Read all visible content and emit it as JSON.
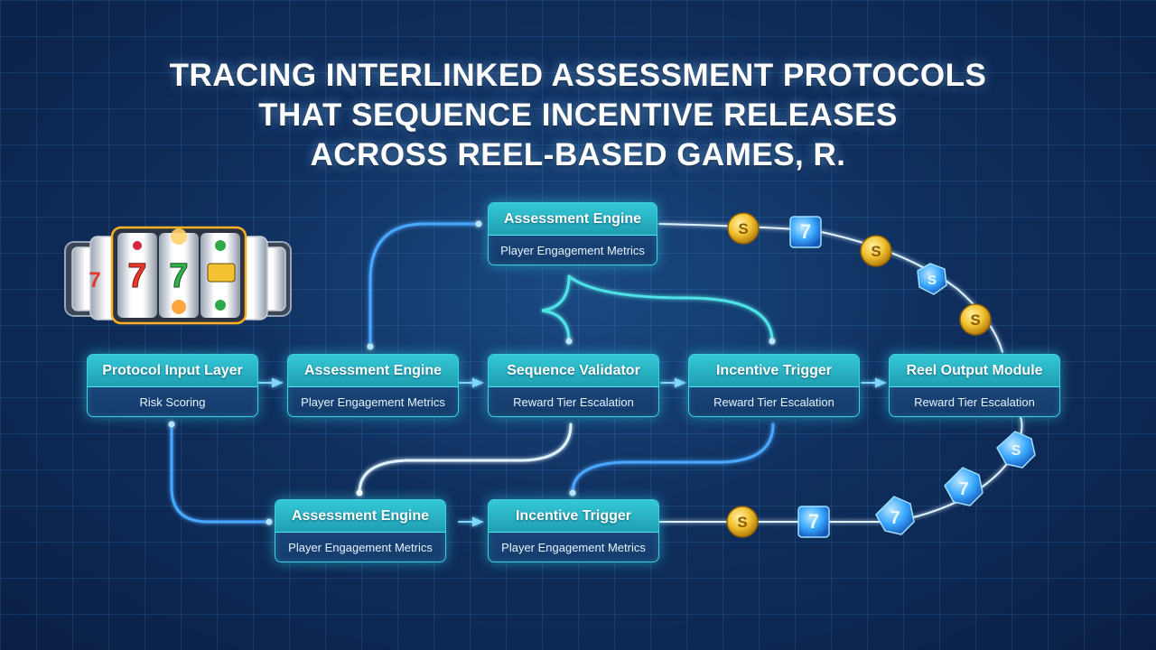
{
  "title": {
    "line1": "TRACING INTERLINKED ASSESSMENT PROTOCOLS",
    "line2": "THAT SEQUENCE INCENTIVE RELEASES",
    "line3": "ACROSS REEL-BASED GAMES, R."
  },
  "nodes": [
    {
      "id": "top",
      "title": "Assessment Engine",
      "subtitle": "Player Engagement Metrics"
    },
    {
      "id": "n1",
      "title": "Protocol Input Layer",
      "subtitle": "Risk Scoring"
    },
    {
      "id": "n2",
      "title": "Assessment Engine",
      "subtitle": "Player Engagement Metrics"
    },
    {
      "id": "n3",
      "title": "Sequence Validator",
      "subtitle": "Reward Tier Escalation"
    },
    {
      "id": "n4",
      "title": "Incentive Trigger",
      "subtitle": "Reward Tier Escalation"
    },
    {
      "id": "n5",
      "title": "Reel Output Module",
      "subtitle": "Reward Tier Escalation"
    },
    {
      "id": "b1",
      "title": "Assessment Engine",
      "subtitle": "Player Engagement Metrics"
    },
    {
      "id": "b2",
      "title": "Incentive Trigger",
      "subtitle": "Player Engagement Metrics"
    }
  ],
  "tokens": {
    "coin_symbol": "S",
    "seven_symbol": "7",
    "coin_color": "#f2c230",
    "gem_color": "#3aa8ff"
  },
  "slot_machine": {
    "reel_symbols": [
      "7",
      "7",
      "7"
    ],
    "accent": "#ffb020"
  },
  "colors": {
    "node_border": "#3fd0e0",
    "wire_blue": "#4aa8ff",
    "wire_cyan": "#4fe3e8",
    "wire_white": "#dff2ff"
  }
}
